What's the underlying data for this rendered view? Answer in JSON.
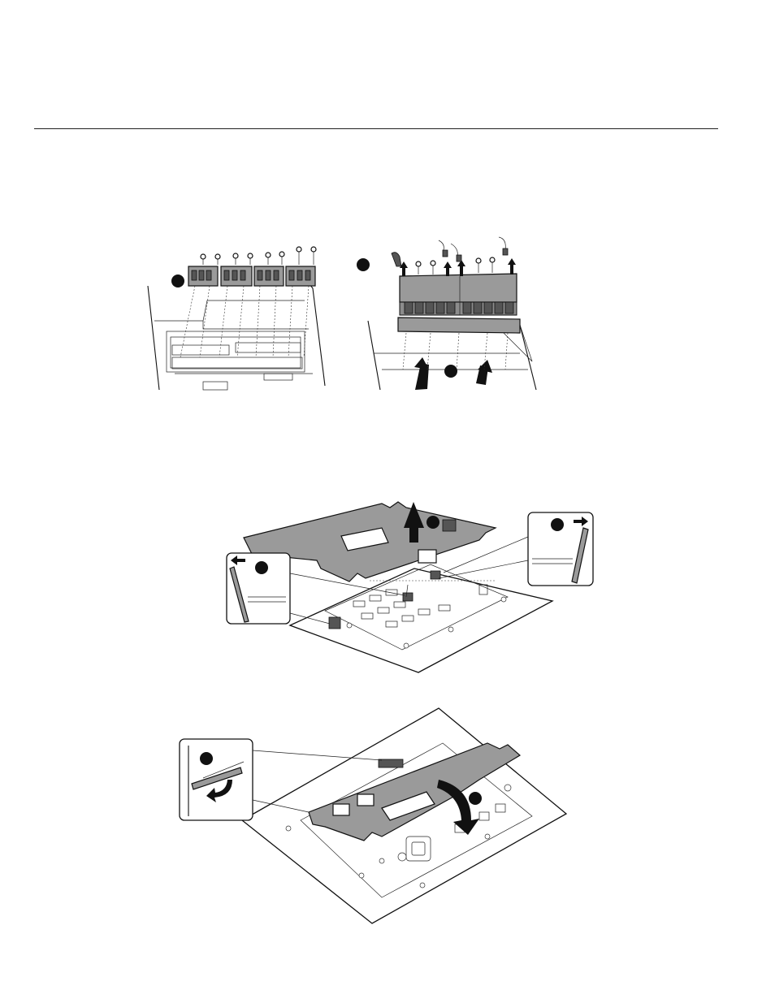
{
  "page": {
    "header_rule": true
  },
  "figures": [
    {
      "id": "relay-boards-removal",
      "callouts": [
        "marker-1",
        "marker-2",
        "marker-3"
      ]
    },
    {
      "id": "sub-board-lift",
      "callouts": [
        "marker-lift",
        "marker-latch-left",
        "marker-latch-right"
      ]
    },
    {
      "id": "sub-board-install",
      "callouts": [
        "marker-tilt",
        "marker-lower"
      ]
    }
  ],
  "icons": {
    "arrow": "up-arrow-icon",
    "curved": "curved-arrow-icon",
    "screw": "screw-icon",
    "marker": "black-dot-marker"
  }
}
